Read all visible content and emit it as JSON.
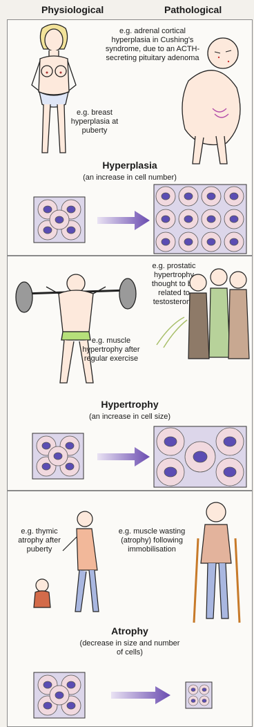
{
  "header": {
    "physiological": "Physiological",
    "pathological": "Pathological"
  },
  "hyperplasia": {
    "pathological_example": "e.g. adrenal cortical hyperplasia in Cushing's syndrome, due to an ACTH-secreting pituitary adenoma",
    "physiological_example": "e.g. breast hyperplasia at puberty",
    "title": "Hyperplasia",
    "subtitle": "(an increase in cell number)"
  },
  "hypertrophy": {
    "pathological_example": "e.g. prostatic hypertrophy thought to be related to testosterone",
    "physiological_example": "e.g. muscle hypertrophy after regular exercise",
    "title": "Hypertrophy",
    "subtitle": "(an increase in cell size)"
  },
  "atrophy": {
    "physiological_example": "e.g. thymic atrophy after puberty",
    "pathological_example": "e.g. muscle wasting (atrophy) following immobilisation",
    "title": "Atrophy",
    "subtitle": "(decrease in size and number of cells)"
  },
  "colors": {
    "cell_fill": "#f1d9df",
    "nucleus": "#5b4db3",
    "arrow": "#6a4cb0",
    "box_fill": "#dcd6ea",
    "border": "#8a8a8a"
  }
}
